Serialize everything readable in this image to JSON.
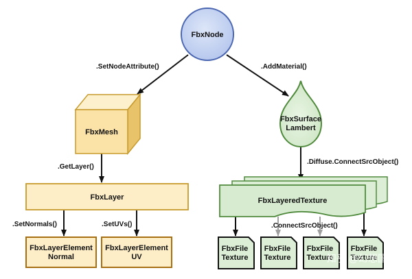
{
  "nodes": {
    "fbxnode": "FbxNode",
    "fbxmesh": "FbxMesh",
    "fbxsurface": [
      "FbxSurface",
      "Lambert"
    ],
    "fbxlayer": "FbxLayer",
    "fbxlayeredtexture": "FbxLayeredTexture",
    "layer_element_normal": [
      "FbxLayerElement",
      "Normal"
    ],
    "layer_element_uv": [
      "FbxLayerElement",
      "UV"
    ],
    "file_textures": [
      [
        "FbxFile",
        "Texture"
      ],
      [
        "FbxFile",
        "Texture"
      ],
      [
        "FbxFile",
        "Texture"
      ],
      [
        "FbxFile",
        "Texture"
      ]
    ]
  },
  "edges": {
    "set_node_attribute": ".SetNodeAttribute()",
    "add_material": ".AddMaterial()",
    "get_layer": ".GetLayer()",
    "diffuse_connect": ".Diffuse.ConnectSrcObject()",
    "set_normals": ".SetNormals()",
    "set_uvs": ".SetUVs()",
    "connect_src_object": ".ConnectSrcObject()"
  },
  "watermark": "知乎 @幻想国搬草",
  "colors": {
    "node_fill": "#c5d3f0",
    "node_stroke": "#4a66b0",
    "mesh_fill": "#fbe2a6",
    "mesh_stroke": "#c79a2c",
    "layer_fill": "#fdeec8",
    "layer_stroke": "#c79a2c",
    "element_fill": "#fdeec8",
    "element_stroke": "#a86f12",
    "material_fill": "#dcefd6",
    "material_stroke": "#4f8a3c",
    "arrow": "#111111",
    "arrow_gray": "#a0a0a0"
  }
}
